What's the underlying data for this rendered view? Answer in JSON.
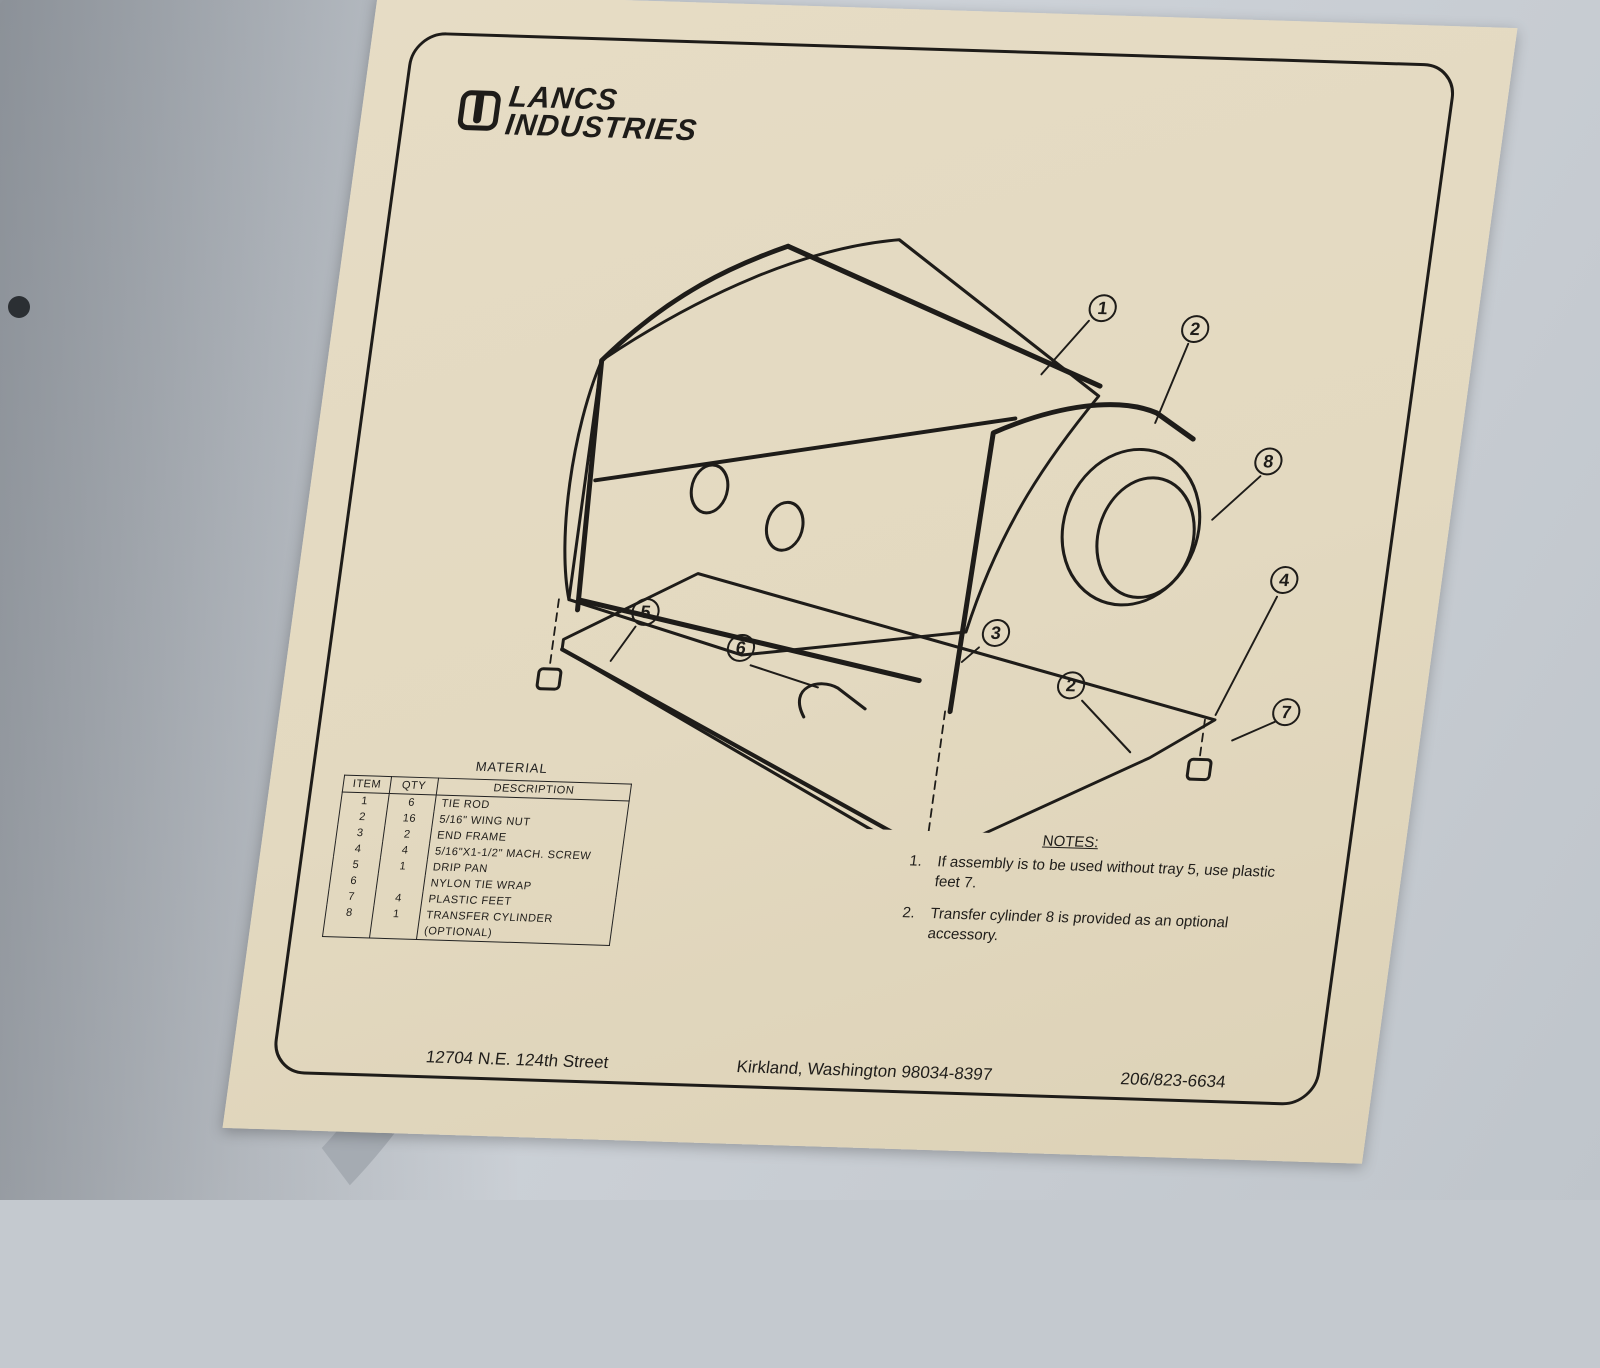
{
  "company": {
    "line1": "LANCS",
    "line2": "INDUSTRIES"
  },
  "callouts": [
    "1",
    "2",
    "8",
    "4",
    "5",
    "3",
    "6",
    "2",
    "7"
  ],
  "material": {
    "title": "MATERIAL",
    "headers": [
      "ITEM",
      "QTY",
      "DESCRIPTION"
    ],
    "rows": [
      [
        "1",
        "6",
        "TIE ROD"
      ],
      [
        "2",
        "16",
        "5/16\" WING NUT"
      ],
      [
        "3",
        "2",
        "END FRAME"
      ],
      [
        "4",
        "4",
        "5/16\"X1-1/2\" MACH. SCREW"
      ],
      [
        "5",
        "1",
        "DRIP PAN"
      ],
      [
        "6",
        "",
        "NYLON TIE WRAP"
      ],
      [
        "7",
        "4",
        "PLASTIC FEET"
      ],
      [
        "8",
        "1",
        "TRANSFER CYLINDER"
      ],
      [
        "",
        "",
        "(OPTIONAL)"
      ]
    ]
  },
  "notes": {
    "title": "NOTES:",
    "items": [
      {
        "num": "1.",
        "text": "If assembly is to be used without tray 5, use plastic feet 7."
      },
      {
        "num": "2.",
        "text": "Transfer cylinder 8 is provided as an optional accessory."
      }
    ]
  },
  "footer": {
    "address": "12704 N.E. 124th Street",
    "city": "Kirkland, Washington 98034-8397",
    "phone": "206/823-6634"
  }
}
